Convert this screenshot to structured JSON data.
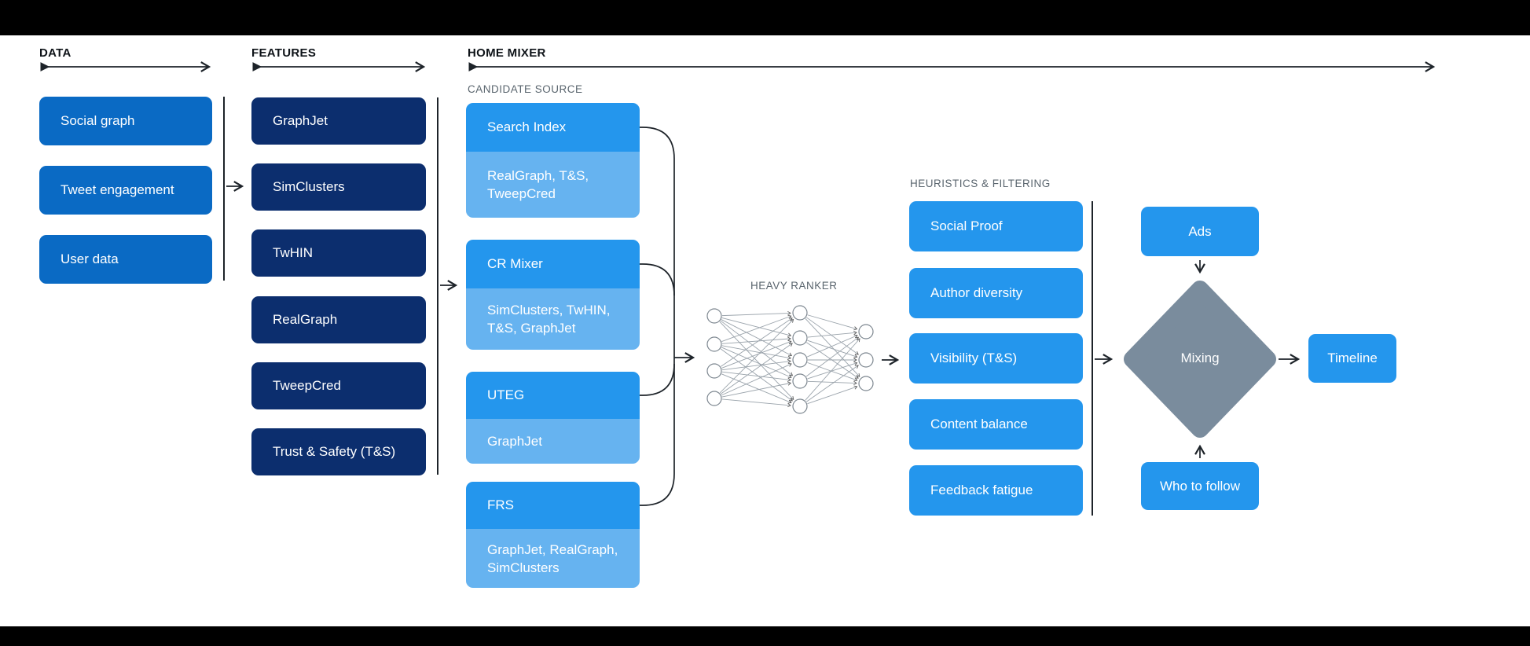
{
  "diagram": {
    "data": {
      "heading": "DATA",
      "items": [
        "Social graph",
        "Tweet engagement",
        "User data"
      ]
    },
    "features": {
      "heading": "FEATURES",
      "items": [
        "GraphJet",
        "SimClusters",
        "TwHIN",
        "RealGraph",
        "TweepCred",
        "Trust & Safety (T&S)"
      ]
    },
    "home_mixer": {
      "heading": "HOME MIXER",
      "candidate_source": {
        "heading": "CANDIDATE SOURCE",
        "groups": [
          {
            "name": "Search Index",
            "features_used": "RealGraph, T&S, TweepCred"
          },
          {
            "name": "CR Mixer",
            "features_used": "SimClusters, TwHIN, T&S, GraphJet"
          },
          {
            "name": "UTEG",
            "features_used": "GraphJet"
          },
          {
            "name": "FRS",
            "features_used": "GraphJet, RealGraph, SimClusters"
          }
        ]
      },
      "heavy_ranker_heading": "HEAVY RANKER",
      "heuristics": {
        "heading": "HEURISTICS & FILTERING",
        "items": [
          "Social Proof",
          "Author diversity",
          "Visibility (T&S)",
          "Content balance",
          "Feedback fatigue"
        ]
      },
      "mixing": {
        "label": "Mixing",
        "ads_label": "Ads",
        "who_to_follow_label": "Who to follow"
      }
    },
    "timeline_label": "Timeline"
  },
  "colors": {
    "data_box": "#0A6AC4",
    "feature_box": "#0C2E6E",
    "primary_box": "#2496ED",
    "subsource_box": "#66B3F0",
    "mixing_diamond": "#7A8C9D",
    "section_label": "#5A656E",
    "line": "#1D2329",
    "letterbox": "#000000"
  }
}
